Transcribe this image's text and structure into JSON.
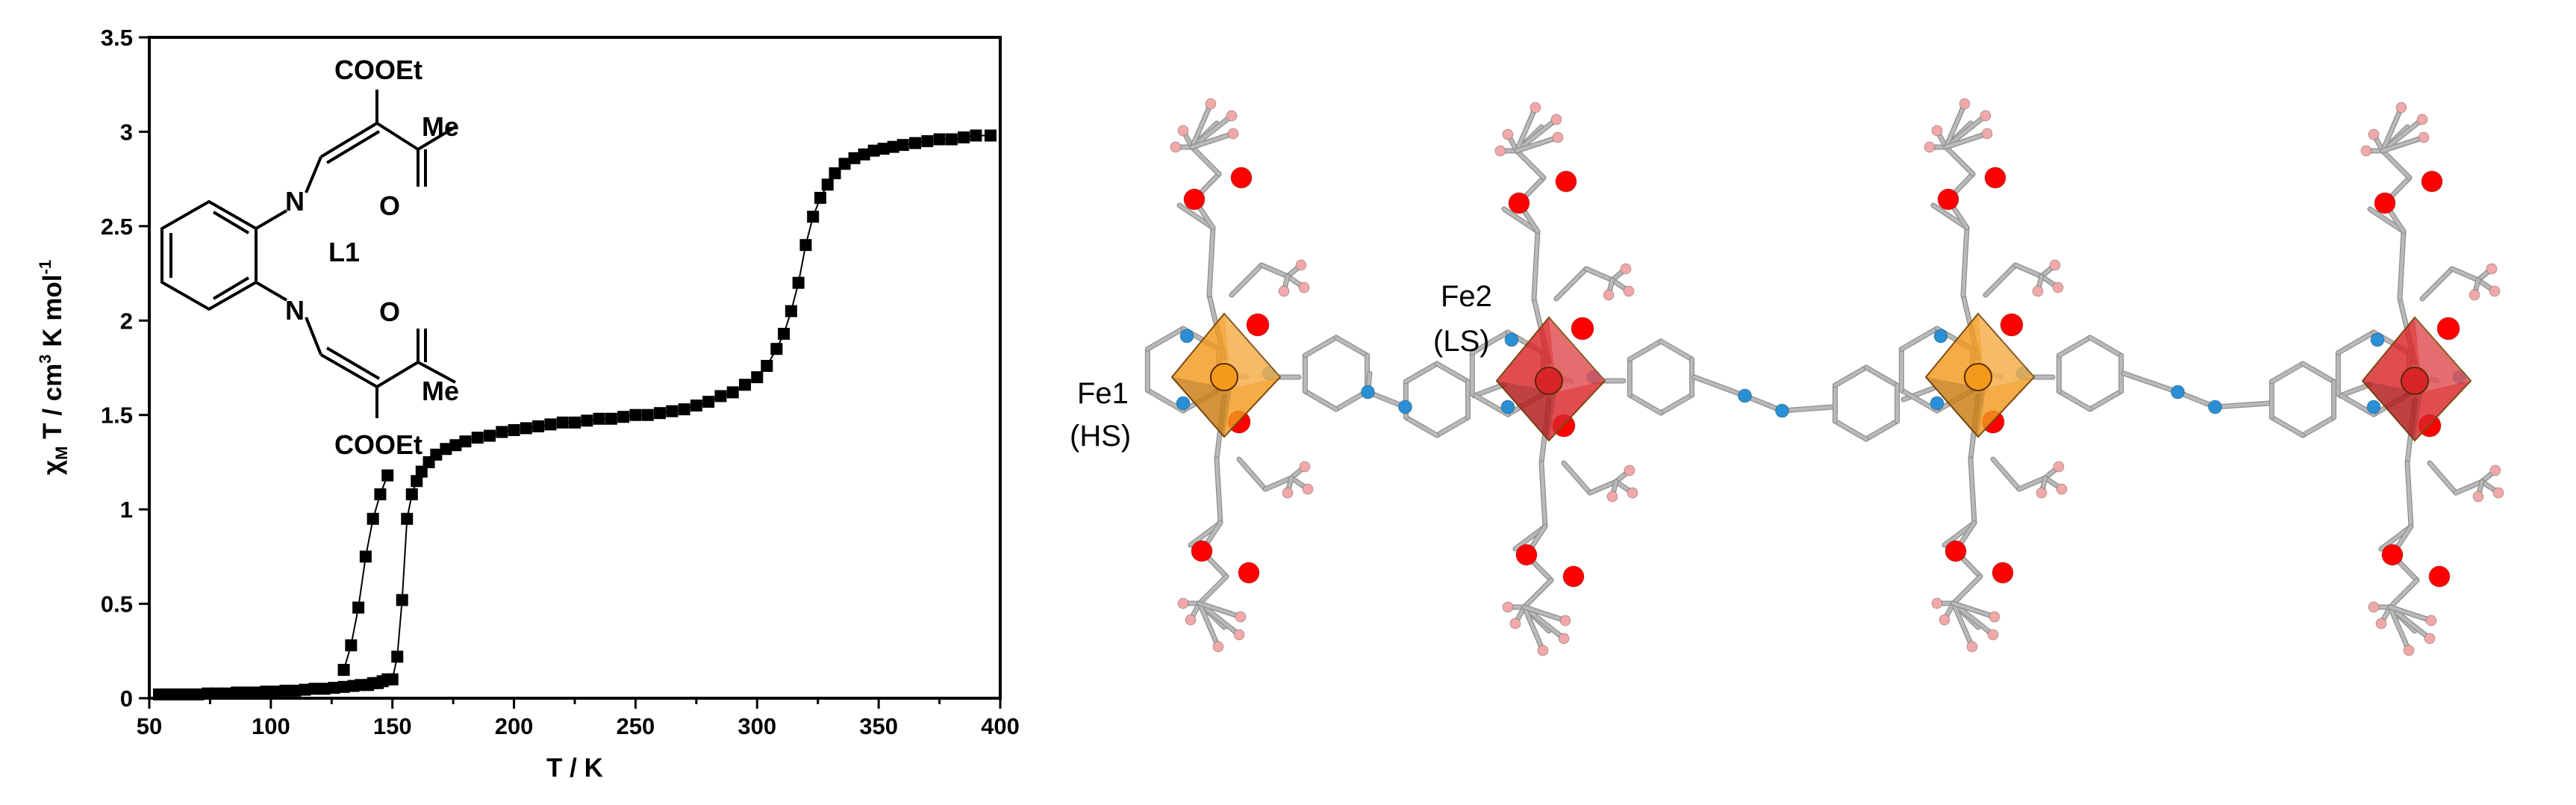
{
  "chart_data": {
    "type": "scatter",
    "xlabel": "T / K",
    "ylabel": {
      "prefix": "χ",
      "sub": "M",
      "mid": " T / cm",
      "sup3": "3",
      "post": " K mol",
      "supneg": "-1"
    },
    "xlim": [
      50,
      400
    ],
    "ylim": [
      0,
      3.5
    ],
    "xticks": [
      50,
      100,
      150,
      200,
      250,
      300,
      350,
      400
    ],
    "yticks": [
      0,
      0.5,
      1,
      1.5,
      2,
      2.5,
      3,
      3.5
    ],
    "grid": false,
    "legend": "none",
    "marker": "filled-square",
    "series": [
      {
        "x": [
          54,
          58,
          62,
          66,
          70,
          74,
          78,
          82,
          86,
          90,
          94,
          98,
          102,
          106,
          110,
          114,
          118,
          122,
          126,
          130,
          134,
          137,
          140,
          142,
          144,
          146,
          148,
          150,
          152,
          154,
          156,
          158,
          160,
          162,
          165,
          168,
          172,
          176,
          180,
          185,
          190,
          195,
          200,
          205,
          210,
          215,
          220,
          225,
          230,
          235,
          240,
          245,
          250,
          255,
          260,
          265,
          270,
          275,
          280,
          285,
          290,
          295,
          300,
          304,
          308,
          311,
          314,
          317,
          320,
          323,
          326,
          329,
          332,
          336,
          340,
          344,
          348,
          352,
          356,
          360,
          365,
          370,
          375,
          380,
          385,
          390,
          396
        ],
        "y": [
          0.02,
          0.02,
          0.02,
          0.02,
          0.02,
          0.025,
          0.025,
          0.025,
          0.03,
          0.03,
          0.03,
          0.035,
          0.035,
          0.04,
          0.04,
          0.045,
          0.05,
          0.05,
          0.055,
          0.06,
          0.065,
          0.07,
          0.07,
          0.08,
          0.08,
          0.09,
          0.1,
          0.1,
          0.22,
          0.52,
          0.95,
          1.08,
          1.15,
          1.2,
          1.25,
          1.29,
          1.32,
          1.34,
          1.36,
          1.38,
          1.39,
          1.41,
          1.42,
          1.43,
          1.44,
          1.45,
          1.46,
          1.46,
          1.47,
          1.48,
          1.48,
          1.49,
          1.5,
          1.5,
          1.51,
          1.52,
          1.53,
          1.55,
          1.57,
          1.6,
          1.62,
          1.66,
          1.7,
          1.76,
          1.85,
          1.93,
          2.05,
          2.2,
          2.4,
          2.55,
          2.65,
          2.72,
          2.78,
          2.83,
          2.86,
          2.88,
          2.9,
          2.91,
          2.92,
          2.93,
          2.94,
          2.95,
          2.96,
          2.96,
          2.97,
          2.98,
          2.98
        ]
      },
      {
        "x": [
          130,
          133,
          136,
          139,
          142,
          145,
          148
        ],
        "y": [
          0.15,
          0.28,
          0.48,
          0.75,
          0.95,
          1.08,
          1.18
        ]
      }
    ]
  },
  "ligand": {
    "name": "L1",
    "ester_top": "COOEt",
    "ester_bottom": "COOEt",
    "methyl_top": "Me",
    "methyl_bottom": "Me",
    "oxygen_top": "O",
    "oxygen_bottom": "O",
    "nitrogen_top": "N",
    "nitrogen_bottom": "N"
  },
  "structure": {
    "fe1_label": "Fe1",
    "fe1_state": "(HS)",
    "fe2_label": "Fe2",
    "fe2_state": "(LS)",
    "colors": {
      "hs": "#f39a1d",
      "ls": "#d9242a",
      "oxygen": "#ff0000",
      "nitrogen": "#2a8fd4",
      "hydrogen": "#f0a8a8",
      "bond": "#b9b9b9"
    }
  }
}
